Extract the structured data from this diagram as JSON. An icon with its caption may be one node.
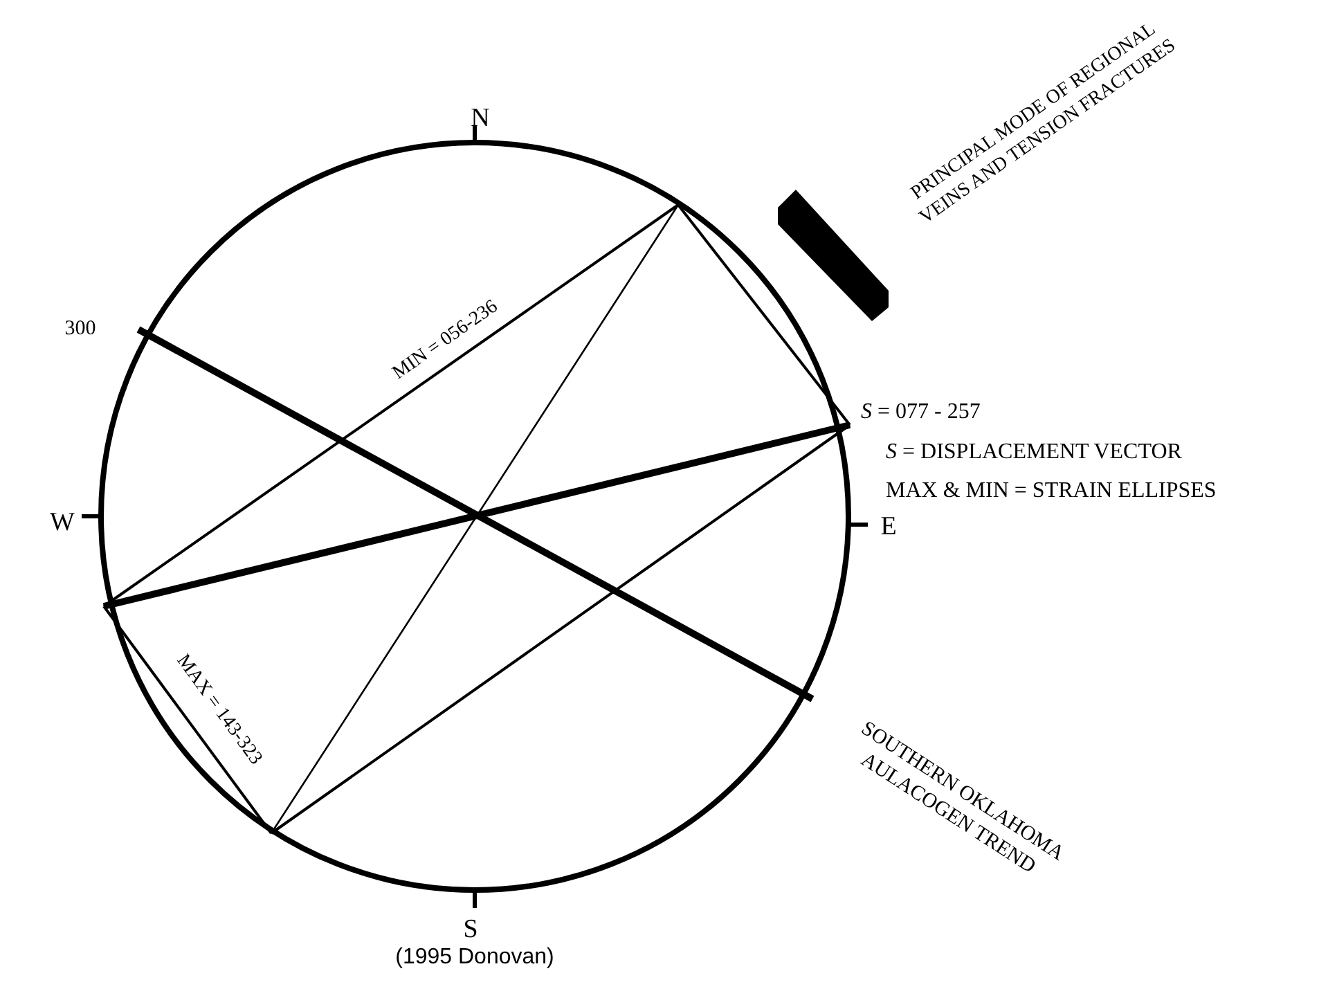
{
  "diagram": {
    "caption": "(1995 Donovan)",
    "nodes": [
      {
        "text": [],
        "shape": "bar"
      }
    ],
    "labels": [
      "N",
      "300",
      "W",
      "E",
      "S",
      "MIN = 056-236",
      "MAX = 143-323",
      "PRINCIPAL MODE OF REGIONAL VEINS AND TENSION FRACTURES",
      "*S* = 077 - 257",
      "*S* = DISPLACEMENT VECTOR",
      "MAX & MIN = STRAIN ELLIPSES",
      "SOUTHERN OKLAHOMA AULACOGEN TREND"
    ]
  }
}
